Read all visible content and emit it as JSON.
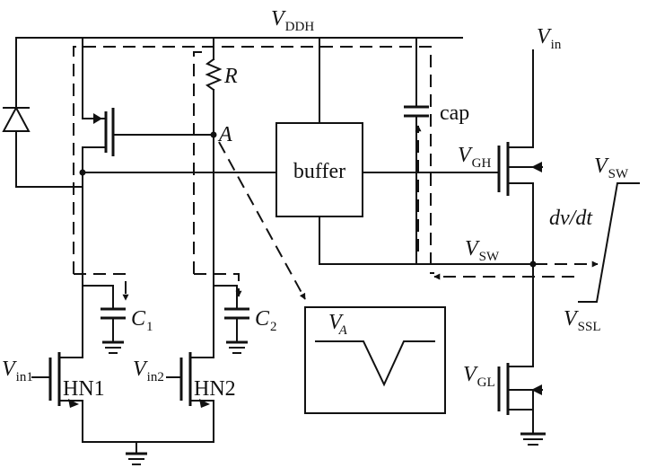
{
  "labels": {
    "vddh": {
      "main": "V",
      "sub": "DDH"
    },
    "resistor": "R",
    "node_a": "A",
    "buffer": "buffer",
    "cap": "cap",
    "vin": {
      "main": "V",
      "sub": "in"
    },
    "vgh": {
      "main": "V",
      "sub": "GH"
    },
    "vsw_node": {
      "main": "V",
      "sub": "SW"
    },
    "vsw_wave": {
      "main": "V",
      "sub": "SW"
    },
    "dvdt": "dv/dt",
    "vssl": {
      "main": "V",
      "sub": "SSL"
    },
    "vgl": {
      "main": "V",
      "sub": "GL"
    },
    "c1": {
      "main": "C",
      "sub": "1"
    },
    "c2": {
      "main": "C",
      "sub": "2"
    },
    "vin1": {
      "main": "V",
      "sub": "in1"
    },
    "vin2": {
      "main": "V",
      "sub": "in2"
    },
    "hn1": "HN1",
    "hn2": "HN2",
    "va": {
      "main": "V",
      "sub": "A"
    }
  }
}
